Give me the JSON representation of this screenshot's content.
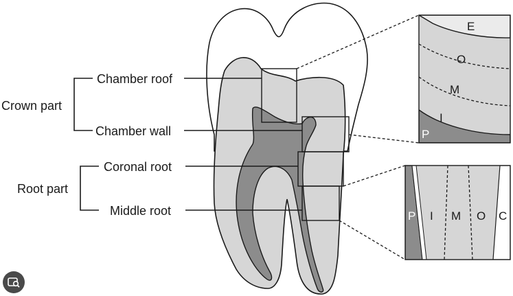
{
  "groups": {
    "crown": "Crown part",
    "root": "Root part"
  },
  "regions": {
    "chamber_roof": "Chamber roof",
    "chamber_wall": "Chamber wall",
    "coronal_root": "Coronal root",
    "middle_root": "Middle root"
  },
  "crown_zones": {
    "e": "E",
    "o": "O",
    "m": "M",
    "i": "I",
    "p": "P"
  },
  "root_zones": {
    "p": "P",
    "i": "I",
    "m": "M",
    "o": "O",
    "c": "C"
  },
  "icons": {
    "search": "image-search-icon"
  }
}
